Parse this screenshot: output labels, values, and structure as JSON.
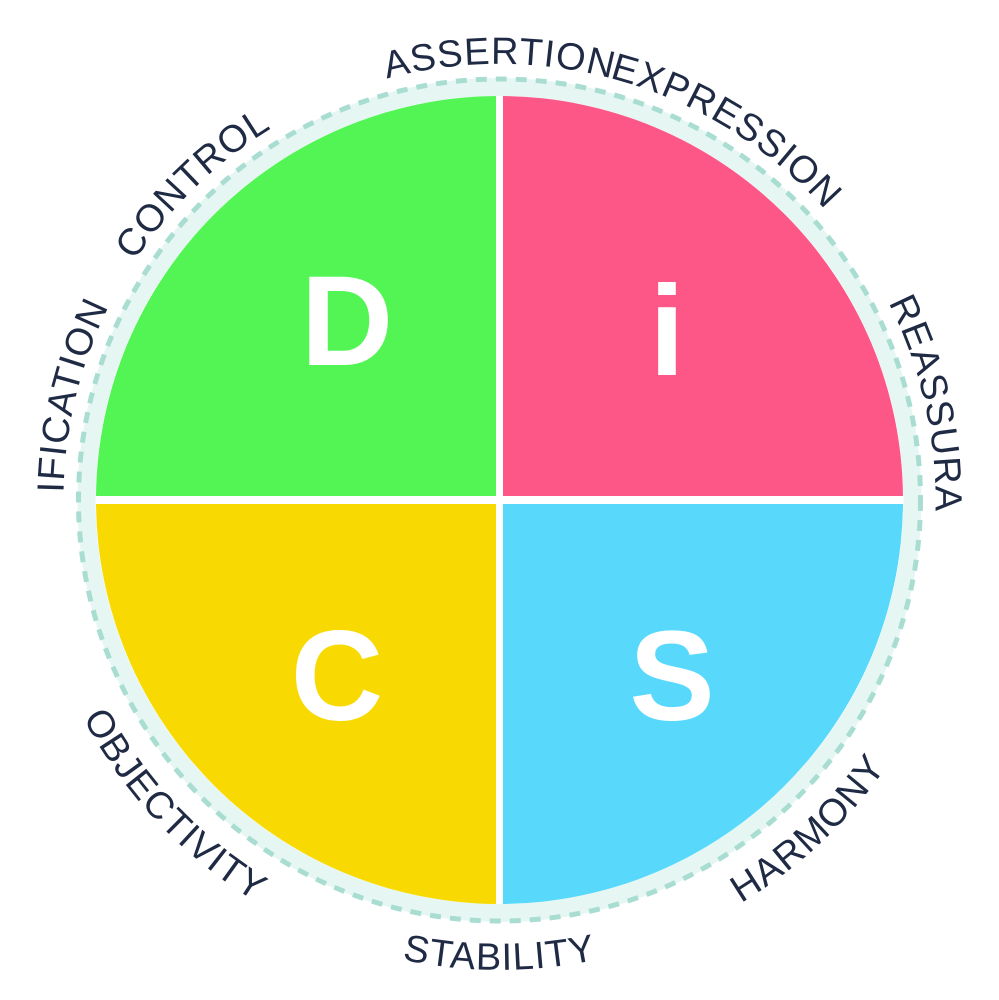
{
  "quadrants": [
    {
      "id": "d",
      "letter": "D",
      "color": "#52f554"
    },
    {
      "id": "i",
      "letter": "i",
      "color": "#fd5787"
    },
    {
      "id": "c",
      "letter": "C",
      "color": "#f8da02"
    },
    {
      "id": "s",
      "letter": "S",
      "color": "#58d9fb"
    }
  ],
  "ring": {
    "track_color": "#e6f7f3",
    "dash_color": "#a9ddd2",
    "label_color": "#1f2a44"
  },
  "labels": {
    "assertion": "ASSERTION",
    "expression": "EXPRESSION",
    "reassurance": "REASSURANCE",
    "harmony": "HARMONY",
    "stability": "STABILITY",
    "objectivity": "OBJECTIVITY",
    "justification": "JUSTIFICATION",
    "control": "CONTROL"
  }
}
